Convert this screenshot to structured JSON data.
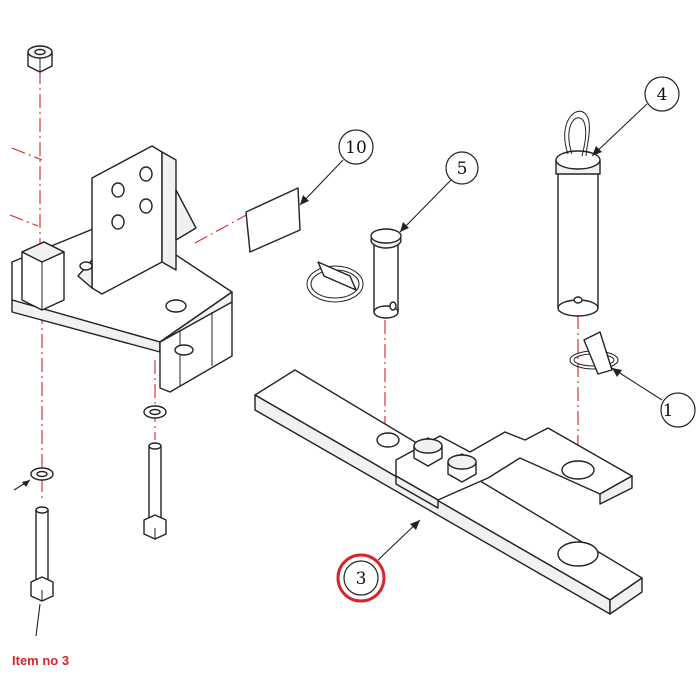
{
  "callouts": [
    {
      "id": "balloon-10",
      "label": "10",
      "highlighted": false
    },
    {
      "id": "balloon-5",
      "label": "5",
      "highlighted": false
    },
    {
      "id": "balloon-4",
      "label": "4",
      "highlighted": false
    },
    {
      "id": "balloon-3",
      "label": "3",
      "highlighted": true
    },
    {
      "id": "balloon-1",
      "label": "1",
      "highlighted": false
    }
  ],
  "caption": "Item no 3",
  "colors": {
    "highlight": "#d9252a",
    "centerline": "#d9252a",
    "line": "#222222",
    "background": "#ffffff"
  }
}
